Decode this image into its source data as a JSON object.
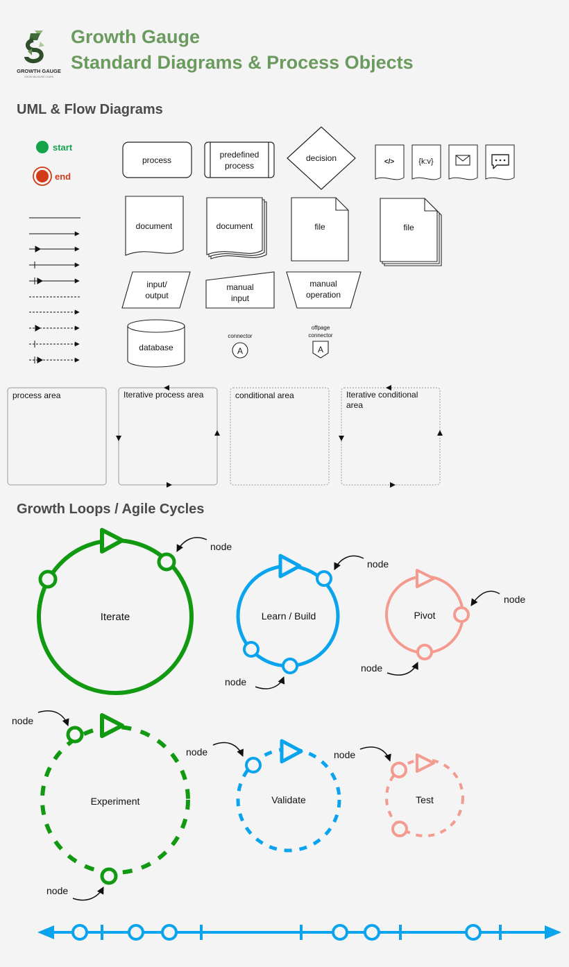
{
  "header": {
    "title_line1": "Growth Gauge",
    "title_line2": "Standard Diagrams & Process Objects",
    "logo_text": "GROWTH GAUGE",
    "logo_subtext": "GROW  MEASURE  LEARN"
  },
  "sections": {
    "uml": "UML & Flow Diagrams",
    "loops": "Growth Loops / Agile Cycles"
  },
  "terminals": {
    "start": "start",
    "end": "end"
  },
  "shapes": {
    "process": "process",
    "predefined_line1": "predefined",
    "predefined_line2": "process",
    "decision": "decision",
    "code_icon": "</>",
    "kv_icon": "{k:v}",
    "document": "document",
    "multi_document": "document",
    "file": "file",
    "multi_file": "file",
    "io_line1": "input/",
    "io_line2": "output",
    "manual_input_line1": "manual",
    "manual_input_line2": "input",
    "manual_op_line1": "manual",
    "manual_op_line2": "operation",
    "database": "database",
    "connector_caption": "connector",
    "connector_letter": "A",
    "offpage_caption_line1": "offpage",
    "offpage_caption_line2": "connector",
    "offpage_letter": "A"
  },
  "areas": {
    "process": "process area",
    "iterative": "Iterative process area",
    "conditional": "conditional area",
    "iterative_conditional_line1": "Iterative conditional",
    "iterative_conditional_line2": "area"
  },
  "loops": {
    "iterate": "Iterate",
    "learn_build": "Learn / Build",
    "pivot": "Pivot",
    "experiment": "Experiment",
    "validate": "Validate",
    "test": "Test",
    "node_label": "node"
  },
  "colors": {
    "heading_green": "#6b9a5f",
    "section_gray": "#4a4a4a",
    "green": "#119911",
    "blue": "#0aa3ee",
    "salmon": "#f49a8f",
    "start_green": "#14a24b",
    "end_red": "#d23a18"
  }
}
